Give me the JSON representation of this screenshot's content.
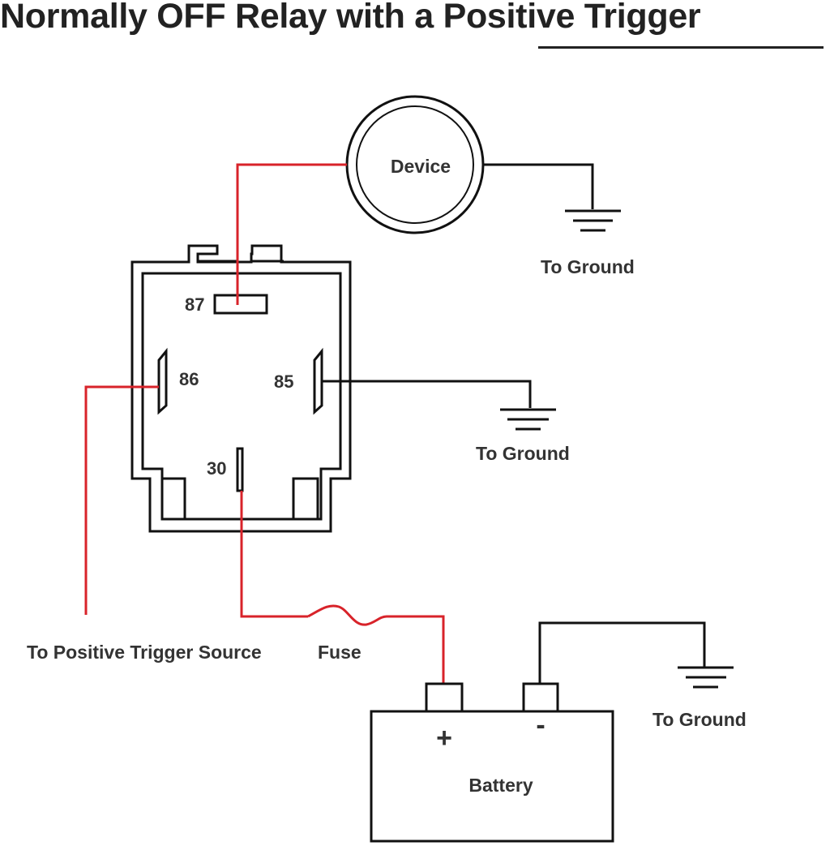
{
  "title": {
    "prefix": "Normally OFF Relay with a ",
    "emphasis": "Positive Trigger"
  },
  "labels": {
    "device": "Device",
    "pin87": "87",
    "pin86": "86",
    "pin85": "85",
    "pin30": "30",
    "ground_device": "To Ground",
    "ground_relay": "To Ground",
    "ground_battery": "To Ground",
    "trigger_source": "To Positive Trigger Source",
    "fuse": "Fuse",
    "battery": "Battery",
    "battery_plus": "+",
    "battery_minus": "-"
  },
  "colors": {
    "wire_positive": "#d8232a",
    "wire_ground": "#111111",
    "outline": "#111111"
  }
}
